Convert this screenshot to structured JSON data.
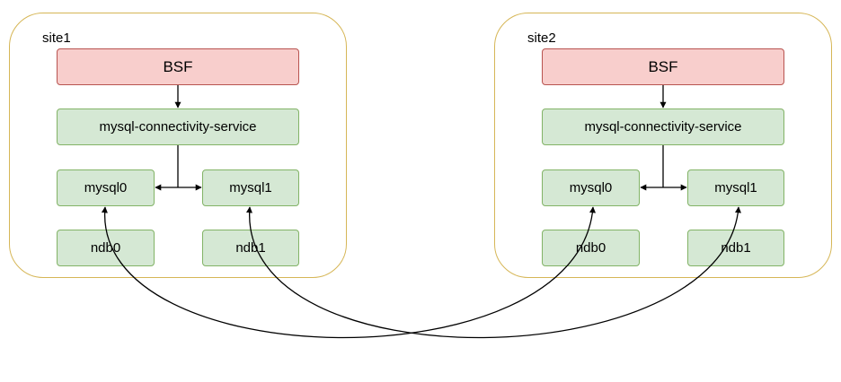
{
  "sites": [
    {
      "label": "site1",
      "bsf": "BSF",
      "service": "mysql-connectivity-service",
      "mysql": [
        "mysql0",
        "mysql1"
      ],
      "ndb": [
        "ndb0",
        "ndb1"
      ]
    },
    {
      "label": "site2",
      "bsf": "BSF",
      "service": "mysql-connectivity-service",
      "mysql": [
        "mysql0",
        "mysql1"
      ],
      "ndb": [
        "ndb0",
        "ndb1"
      ]
    }
  ],
  "colors": {
    "site_border": "#d6b656",
    "bsf_fill": "#f8cecc",
    "bsf_border": "#b85450",
    "node_fill": "#d5e8d4",
    "node_border": "#82b366"
  }
}
